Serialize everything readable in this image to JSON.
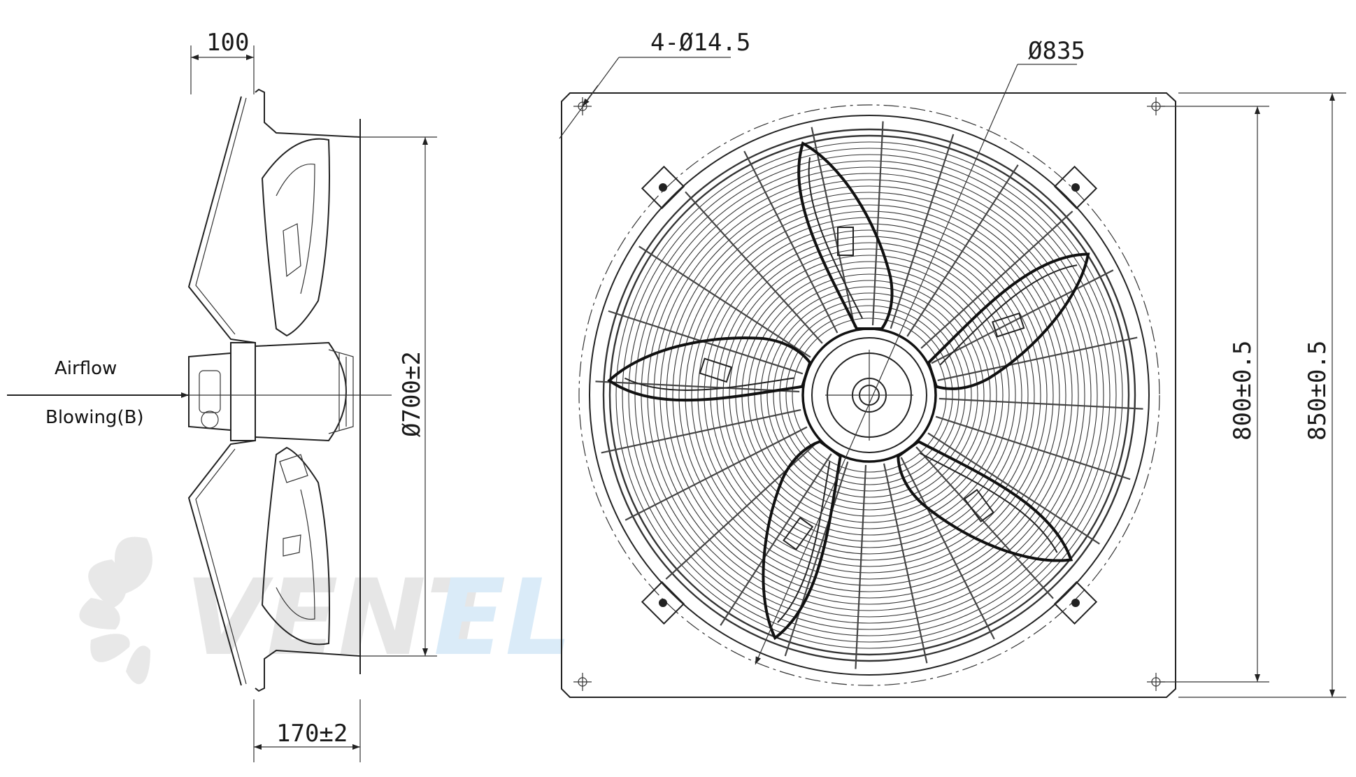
{
  "side_view": {
    "dim_depth_top": "100",
    "dim_diameter": "Ø700±2",
    "dim_depth_bottom": "170±2",
    "airflow_label": "Airflow",
    "blowing_label": "Blowing(B)"
  },
  "front_view": {
    "dim_holes": "4-Ø14.5",
    "dim_grille_diameter": "Ø835",
    "dim_hole_pitch": "800±0.5",
    "dim_plate_size": "850±0.5"
  },
  "watermark": {
    "brand_dark": "VENT",
    "brand_accent": "EL",
    "accent_color": "#5aa8e6"
  },
  "colors": {
    "line": "#222222",
    "watermark_gray": "#d9d9d9"
  }
}
